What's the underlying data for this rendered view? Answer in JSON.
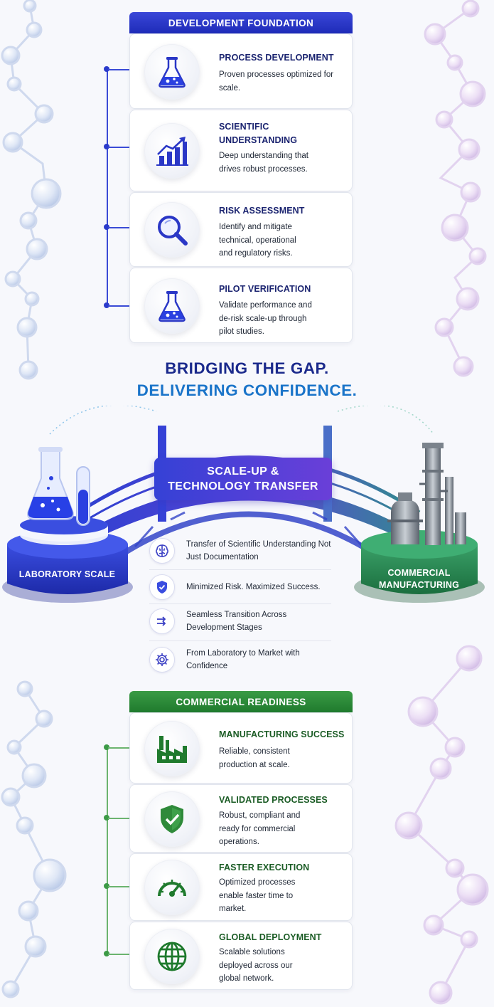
{
  "foundation": {
    "header": "DEVELOPMENT FOUNDATION",
    "items": [
      {
        "title": "PROCESS DEVELOPMENT",
        "text": "Proven processes optimized for scale.",
        "icon": "flask-icon"
      },
      {
        "title": "SCIENTIFIC UNDERSTANDING",
        "text": "Deep understanding that drives robust processes.",
        "icon": "growth-chart-icon"
      },
      {
        "title": "RISK ASSESSMENT",
        "text": "Identify and mitigate technical, operational and regulatory risks.",
        "icon": "magnifier-icon"
      },
      {
        "title": "PILOT VERIFICATION",
        "text": "Validate performance and de-risk scale-up through pilot studies.",
        "icon": "flask-icon"
      }
    ]
  },
  "headline": {
    "line1": "BRIDGING THE GAP.",
    "line2": "DELIVERING CONFIDENCE."
  },
  "bridge": {
    "banner_line1": "SCALE-UP &",
    "banner_line2": "TECHNOLOGY TRANSFER",
    "left_platform": "LABORATORY SCALE",
    "right_platform_line1": "COMMERCIAL",
    "right_platform_line2": "MANUFACTURING"
  },
  "features": [
    {
      "text": "Transfer of Scientific Understanding Not Just Documentation",
      "icon": "brain-icon"
    },
    {
      "text": "Minimized Risk. Maximized Success.",
      "icon": "shield-check-icon"
    },
    {
      "text": "Seamless Transition Across Development Stages",
      "icon": "arrow-transition-icon"
    },
    {
      "text": "From Laboratory to Market with Confidence",
      "icon": "gear-icon"
    }
  ],
  "readiness": {
    "header": "COMMERCIAL READINESS",
    "items": [
      {
        "title": "MANUFACTURING SUCCESS",
        "text": "Reliable, consistent production at scale.",
        "icon": "factory-icon"
      },
      {
        "title": "VALIDATED PROCESSES",
        "text": "Robust, compliant and ready for commercial operations.",
        "icon": "shield-check-icon"
      },
      {
        "title": "FASTER EXECUTION",
        "text": "Optimized processes enable faster time to market.",
        "icon": "speedometer-icon"
      },
      {
        "title": "GLOBAL DEPLOYMENT",
        "text": "Scalable solutions deployed across our global network.",
        "icon": "globe-icon"
      }
    ]
  },
  "colors": {
    "blue_primary": "#1e2bb8",
    "blue_text": "#1b2470",
    "green_primary": "#1f7a2d",
    "green_text": "#1b5c25",
    "headline_blue": "#1a74c9"
  }
}
